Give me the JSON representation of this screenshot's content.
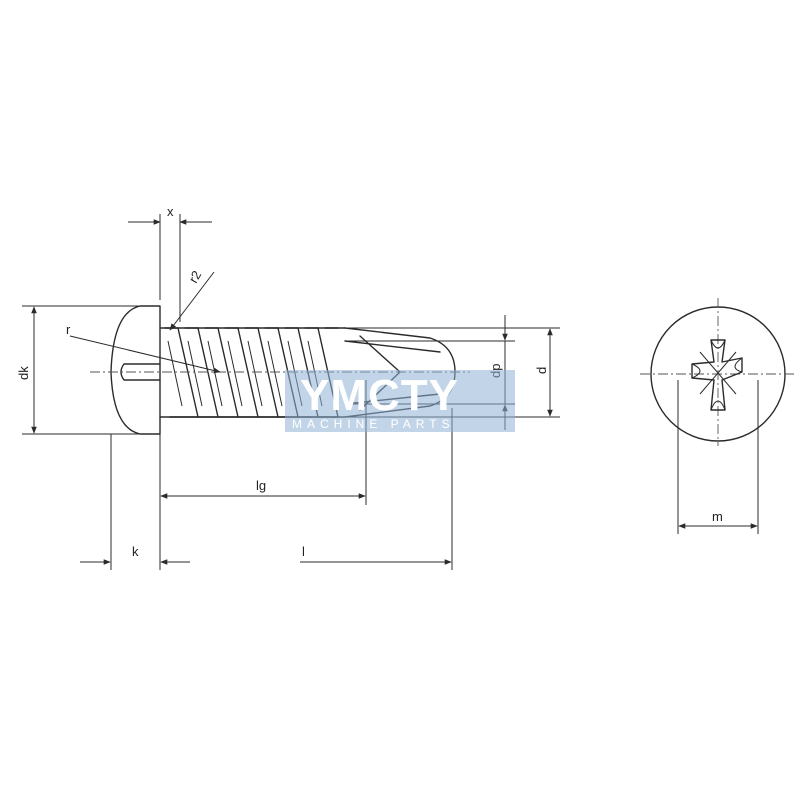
{
  "dimensions": {
    "x": "x",
    "r2": "r2",
    "r": "r",
    "dk": "dk",
    "dp": "dp",
    "d": "d",
    "lg": "lg",
    "k": "k",
    "l": "l",
    "m": "m"
  },
  "watermark": {
    "brand": "YMCTY",
    "subtitle": "MACHINE PARTS"
  },
  "colors": {
    "line": "#2b2b2b",
    "watermark": "#8fb3d6"
  }
}
